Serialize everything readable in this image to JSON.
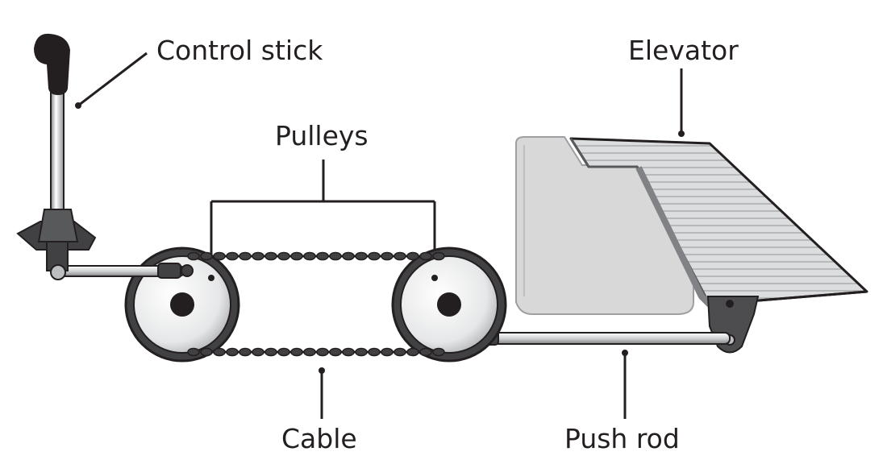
{
  "labels": {
    "control_stick": "Control stick",
    "elevator": "Elevator",
    "pulleys": "Pulleys",
    "cable": "Cable",
    "push_rod": "Push rod"
  },
  "colors": {
    "ink": "#231f20",
    "metal_light": "#e6e7e8",
    "metal_mid": "#bcbec0",
    "metal_dark": "#6d6e71",
    "fin": "#d8d8d8"
  }
}
